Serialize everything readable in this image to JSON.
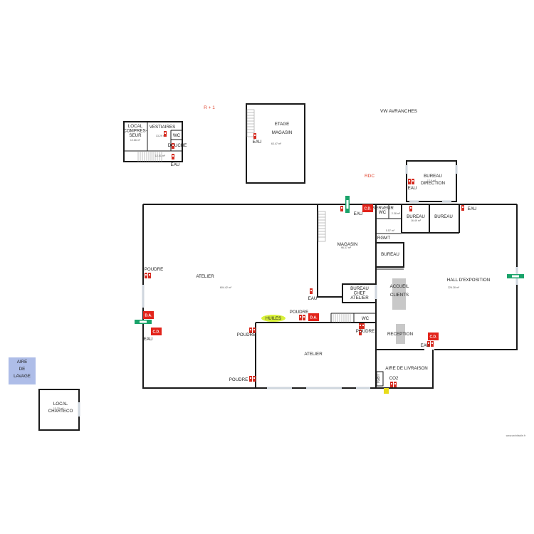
{
  "levels": {
    "upper": "R + 1",
    "ground": "RDC"
  },
  "site_title": "VW AVRANCHES",
  "rooms": {
    "local_compresseur": "LOCAL\nCOMPRES-\nSEUR",
    "vestiaires": "VESTIAIRES",
    "wc_upper": "WC",
    "douche": "DOUCHE",
    "etage_magasin": "ETAGE\nMAGASIN",
    "bureau_direction": "BUREAU\nDIRECTION",
    "serveur": "SERVEUR",
    "wc_ground": "WC",
    "bureau_1": "BUREAU",
    "bureau_2": "BUREAU",
    "rgmt": "RGMT",
    "bureau_3": "BUREAU",
    "magasin": "MAGASIN",
    "atelier_main": "ATELIER",
    "hall_exposition": "HALL D'EXPOSITION",
    "accueil_clients": "ACCUEIL\nCLIENTS",
    "bureau_chef_atelier": "BUREAU\nCHEF\nATELIER",
    "wc_atelier": "WC",
    "reception": "RECEPTION",
    "atelier_2": "ATELIER",
    "aire_livraison": "AIRE DE LIVRAISON",
    "tgbt": "TGBT",
    "aire_lavage": "AIRE\nDE\nLAVAGE",
    "local_charteco": "LOCAL\nCHARTECO"
  },
  "areas": {
    "local_compresseur": "12.66 m²",
    "vestiaires": "13.29 m²",
    "douche": "12.51 m²",
    "etage_magasin": "63.47 m²",
    "bureau_direction": "17.9 m²",
    "magasin": "96.37 m²",
    "atelier_main": "604.42 m²",
    "hall_exposition": "226.28 m²",
    "bureau_1": "16.49 m²",
    "rgmt": "5.57 m²",
    "serveur": "2.38 m²",
    "local_charteco": "13.23 m²"
  },
  "equipment": {
    "eau": "EAU",
    "poudre": "POUDRE",
    "co2": "CO2",
    "huiles": "HUILES",
    "da": "D.A.",
    "cd": "C.D."
  },
  "footer": "www.archifacile.fr",
  "colors": {
    "extinguisher_red": "#d62b20",
    "badge_red": "#e2231a",
    "level_label": "#e0442e",
    "exit_green": "#1aa36a",
    "huiles_yellow": "#d9f23a",
    "lavage_blue": "#aebde8"
  }
}
